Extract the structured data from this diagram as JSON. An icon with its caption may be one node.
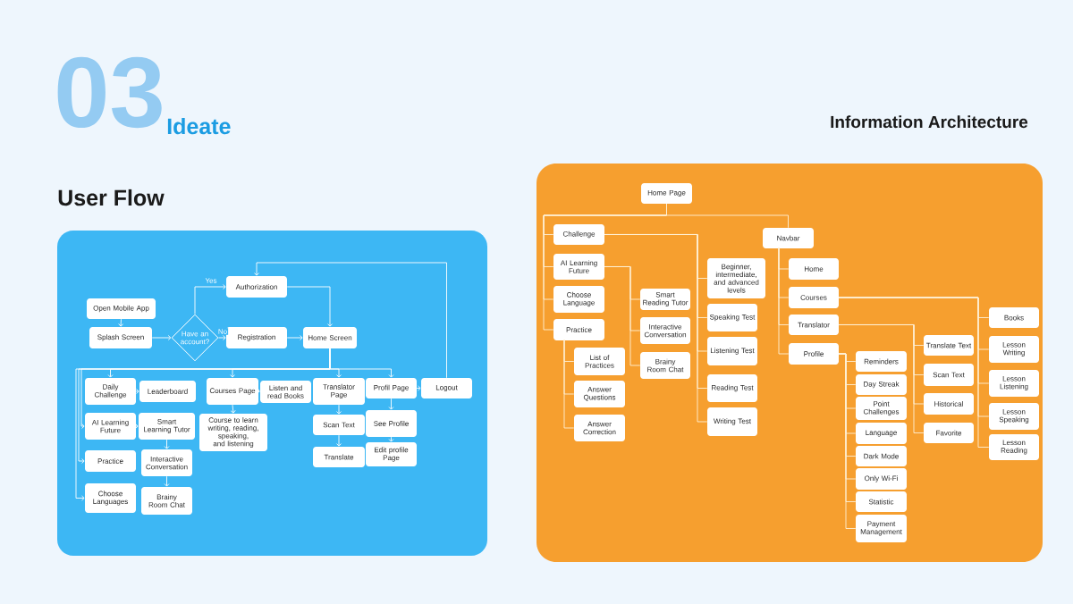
{
  "diagram": {
    "nodes": [
      {
        "text": [
          "Open Mobile App"
        ]
      },
      {
        "text": [
          "Splash Screen"
        ]
      },
      {
        "text": [
          "Have an account?"
        ]
      },
      {
        "text": [
          "Authorization"
        ]
      },
      {
        "text": [
          "Registration"
        ]
      },
      {
        "text": [
          "Home Screen"
        ]
      },
      {
        "text": [
          "Daily Challenge"
        ]
      },
      {
        "text": [
          "Leaderboard"
        ]
      },
      {
        "text": [
          "AI Learning Future"
        ]
      },
      {
        "text": [
          "Smart Learning Tutor"
        ]
      },
      {
        "text": [
          "Practice"
        ]
      },
      {
        "text": [
          "Interactive Conversation"
        ]
      },
      {
        "text": [
          "Choose Languages"
        ]
      },
      {
        "text": [
          "Brainy Room Chat"
        ]
      },
      {
        "text": [
          "Courses Page"
        ]
      },
      {
        "text": [
          "Listen and read Books"
        ]
      },
      {
        "text": [
          "Course to learn writing, reading, speaking, and listening"
        ]
      },
      {
        "text": [
          "Translator Page"
        ]
      },
      {
        "text": [
          "Scan Text"
        ]
      },
      {
        "text": [
          "Translate"
        ]
      },
      {
        "text": [
          "Profil Page"
        ]
      },
      {
        "text": [
          "See Profile"
        ]
      },
      {
        "text": [
          "Edit profile Page"
        ]
      },
      {
        "text": [
          "Logout"
        ]
      },
      {
        "text": [
          "Home Page"
        ]
      },
      {
        "text": [
          "Challenge"
        ]
      },
      {
        "text": [
          "AI Learning Future"
        ]
      },
      {
        "text": [
          "Choose Language"
        ]
      },
      {
        "text": [
          "Practice"
        ]
      },
      {
        "text": [
          "List of Practices"
        ]
      },
      {
        "text": [
          "Answer Questions"
        ]
      },
      {
        "text": [
          "Answer Correction"
        ]
      },
      {
        "text": [
          "Smart Reading Tutor"
        ]
      },
      {
        "text": [
          "Interactive Conversation"
        ]
      },
      {
        "text": [
          "Brainy Room Chat"
        ]
      },
      {
        "text": [
          "Beginner, intermediate, and advanced levels"
        ]
      },
      {
        "text": [
          "Speaking Test"
        ]
      },
      {
        "text": [
          "Listening Test"
        ]
      },
      {
        "text": [
          "Reading Test"
        ]
      },
      {
        "text": [
          "Writing Test"
        ]
      },
      {
        "text": [
          "Navbar"
        ]
      },
      {
        "text": [
          "Home"
        ]
      },
      {
        "text": [
          "Courses"
        ]
      },
      {
        "text": [
          "Translator"
        ]
      },
      {
        "text": [
          "Profile"
        ]
      },
      {
        "text": [
          "Reminders"
        ]
      },
      {
        "text": [
          "Day Streak"
        ]
      },
      {
        "text": [
          "Point Challenges"
        ]
      },
      {
        "text": [
          "Language"
        ]
      },
      {
        "text": [
          "Dark Mode"
        ]
      },
      {
        "text": [
          "Only Wi-Fi"
        ]
      },
      {
        "text": [
          "Statistic"
        ]
      },
      {
        "text": [
          "Payment Management"
        ]
      },
      {
        "text": [
          "Translate Text"
        ]
      },
      {
        "text": [
          "Scan Text"
        ]
      },
      {
        "text": [
          "Historical"
        ]
      },
      {
        "text": [
          "Favorite"
        ]
      },
      {
        "text": [
          "Books"
        ]
      },
      {
        "text": [
          "Lesson Writing"
        ]
      },
      {
        "text": [
          "Lesson Listening"
        ]
      },
      {
        "text": [
          "Lesson Speaking"
        ]
      },
      {
        "text": [
          "Lesson Reading"
        ]
      }
    ],
    "edges": [
      {
        "from": 0,
        "to": 1,
        "arrow": "to"
      },
      {
        "from": 1,
        "to": 2,
        "arrow": "to"
      },
      {
        "from": 2,
        "to": 3,
        "arrow": "to",
        "label": "Yes"
      },
      {
        "from": 2,
        "to": 4,
        "arrow": "to",
        "label": "No"
      },
      {
        "from": 3,
        "to": 5,
        "arrow": "to"
      },
      {
        "from": 4,
        "to": 5,
        "arrow": "to"
      },
      {
        "from": 5,
        "to": 6,
        "arrow": "to"
      },
      {
        "from": 5,
        "to": 8,
        "arrow": "to"
      },
      {
        "from": 5,
        "to": 10,
        "arrow": "to"
      },
      {
        "from": 5,
        "to": 12,
        "arrow": "to"
      },
      {
        "from": 5,
        "to": 14,
        "arrow": "to"
      },
      {
        "from": 5,
        "to": 17,
        "arrow": "to"
      },
      {
        "from": 5,
        "to": 20,
        "arrow": "to"
      },
      {
        "from": 6,
        "to": 7,
        "arrow": "to"
      },
      {
        "from": 8,
        "to": 9,
        "arrow": "to"
      },
      {
        "from": 9,
        "to": 11,
        "arrow": "to"
      },
      {
        "from": 11,
        "to": 13,
        "arrow": "to"
      },
      {
        "from": 14,
        "to": 15,
        "arrow": "to"
      },
      {
        "from": 14,
        "to": 16,
        "arrow": "to"
      },
      {
        "from": 17,
        "to": 18,
        "arrow": "to"
      },
      {
        "from": 18,
        "to": 19,
        "arrow": "to"
      },
      {
        "from": 20,
        "to": 21,
        "arrow": "to"
      },
      {
        "from": 21,
        "to": 22,
        "arrow": "to"
      },
      {
        "from": 20,
        "to": 23,
        "arrow": "to"
      },
      {
        "from": 23,
        "to": 3,
        "arrow": "to"
      },
      {
        "from": 24,
        "to": 25,
        "arrow": "none"
      },
      {
        "from": 24,
        "to": 26,
        "arrow": "none"
      },
      {
        "from": 24,
        "to": 27,
        "arrow": "none"
      },
      {
        "from": 24,
        "to": 28,
        "arrow": "none"
      },
      {
        "from": 24,
        "to": 40,
        "arrow": "none"
      },
      {
        "from": 25,
        "to": 35,
        "arrow": "none"
      },
      {
        "from": 25,
        "to": 36,
        "arrow": "none"
      },
      {
        "from": 25,
        "to": 37,
        "arrow": "none"
      },
      {
        "from": 25,
        "to": 38,
        "arrow": "none"
      },
      {
        "from": 25,
        "to": 39,
        "arrow": "none"
      },
      {
        "from": 26,
        "to": 32,
        "arrow": "none"
      },
      {
        "from": 26,
        "to": 33,
        "arrow": "none"
      },
      {
        "from": 26,
        "to": 34,
        "arrow": "none"
      },
      {
        "from": 28,
        "to": 29,
        "arrow": "none"
      },
      {
        "from": 28,
        "to": 30,
        "arrow": "none"
      },
      {
        "from": 28,
        "to": 31,
        "arrow": "none"
      },
      {
        "from": 40,
        "to": 41,
        "arrow": "none"
      },
      {
        "from": 40,
        "to": 42,
        "arrow": "none"
      },
      {
        "from": 40,
        "to": 43,
        "arrow": "none"
      },
      {
        "from": 40,
        "to": 44,
        "arrow": "none"
      },
      {
        "from": 42,
        "to": 57,
        "arrow": "none"
      },
      {
        "from": 42,
        "to": 58,
        "arrow": "none"
      },
      {
        "from": 42,
        "to": 59,
        "arrow": "none"
      },
      {
        "from": 42,
        "to": 60,
        "arrow": "none"
      },
      {
        "from": 42,
        "to": 61,
        "arrow": "none"
      },
      {
        "from": 43,
        "to": 53,
        "arrow": "none"
      },
      {
        "from": 43,
        "to": 54,
        "arrow": "none"
      },
      {
        "from": 43,
        "to": 55,
        "arrow": "none"
      },
      {
        "from": 43,
        "to": 56,
        "arrow": "none"
      },
      {
        "from": 44,
        "to": 45,
        "arrow": "none"
      },
      {
        "from": 44,
        "to": 46,
        "arrow": "none"
      },
      {
        "from": 44,
        "to": 47,
        "arrow": "none"
      },
      {
        "from": 44,
        "to": 48,
        "arrow": "none"
      },
      {
        "from": 44,
        "to": 49,
        "arrow": "none"
      },
      {
        "from": 44,
        "to": 50,
        "arrow": "none"
      },
      {
        "from": 44,
        "to": 51,
        "arrow": "none"
      },
      {
        "from": 44,
        "to": 52,
        "arrow": "none"
      }
    ],
    "labels": [
      "03",
      "Ideate",
      "User Flow",
      "Information Architecture"
    ]
  }
}
